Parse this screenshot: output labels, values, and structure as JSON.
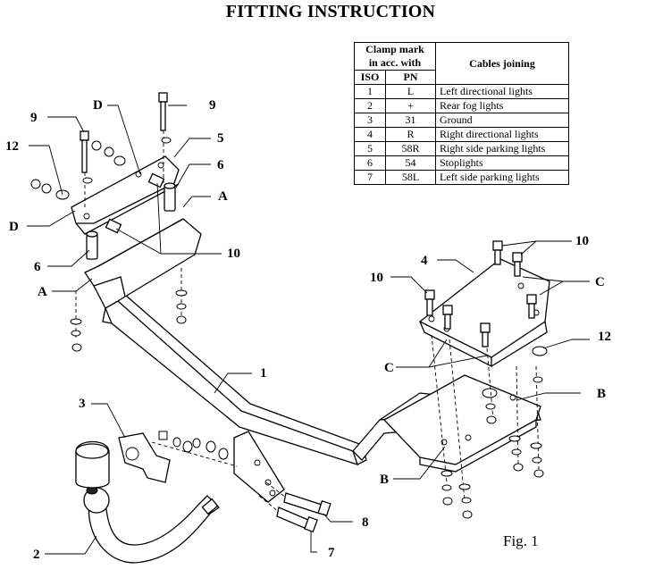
{
  "title": "FITTING INSTRUCTION",
  "table": {
    "header_clamp": "Clamp mark\nin acc. with",
    "header_iso": "ISO",
    "header_pn": "PN",
    "header_cables": "Cables joining",
    "rows": [
      {
        "iso": "1",
        "pn": "L",
        "desc": "Left directional lights"
      },
      {
        "iso": "2",
        "pn": "+",
        "desc": "Rear fog lights"
      },
      {
        "iso": "3",
        "pn": "31",
        "desc": "Ground"
      },
      {
        "iso": "4",
        "pn": "R",
        "desc": "Right directional lights"
      },
      {
        "iso": "5",
        "pn": "58R",
        "desc": "Right side parking lights"
      },
      {
        "iso": "6",
        "pn": "54",
        "desc": "Stoplights"
      },
      {
        "iso": "7",
        "pn": "58L",
        "desc": "Left side parking lights"
      }
    ]
  },
  "callouts": {
    "c9_left": "9",
    "c9_right": "9",
    "cD_top": "D",
    "cD_left": "D",
    "c5": "5",
    "c6_right": "6",
    "c6_left": "6",
    "c12_left": "12",
    "c12_right": "12",
    "cA_right": "A",
    "cA_left": "A",
    "c10_mid": "10",
    "c10_top": "10",
    "c10_plate": "10",
    "c4": "4",
    "cC_right": "C",
    "cC_left": "C",
    "c1": "1",
    "c3": "3",
    "cB_right": "B",
    "cB_left": "B",
    "c8": "8",
    "c7": "7",
    "c2": "2"
  },
  "figure_label": "Fig. 1"
}
